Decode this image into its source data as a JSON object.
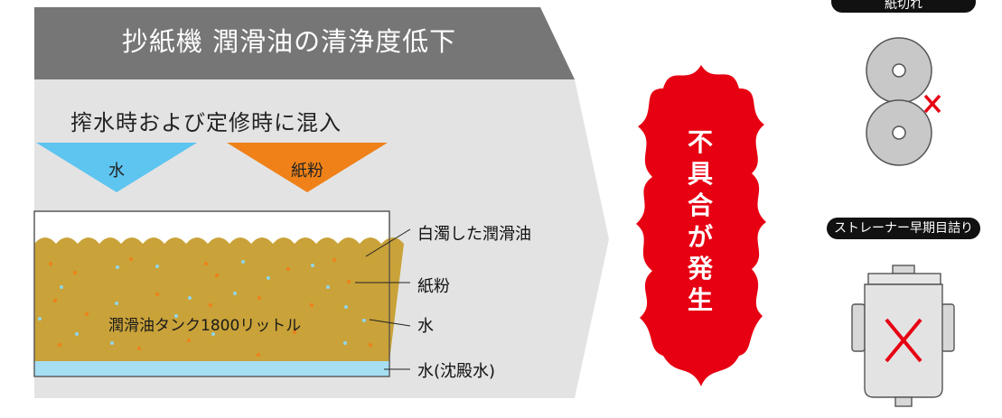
{
  "panel": {
    "title": "抄紙機 潤滑油の清浄度低下",
    "subtitle": "搾水時および定修時に混入",
    "inputs": [
      {
        "label": "水",
        "color": "#5ec4f0"
      },
      {
        "label": "紙粉",
        "color": "#ef8118"
      }
    ],
    "tank": {
      "label": "潤滑油タンク1800リットル",
      "callouts": [
        "白濁した潤滑油",
        "紙粉",
        "水",
        "水(沈殿水)"
      ]
    }
  },
  "result": {
    "label": "不具合が発生",
    "color": "#e60012"
  },
  "problems": [
    {
      "label": "紙切れ",
      "icon": "paper-roll-break-icon"
    },
    {
      "label": "ストレーナー早期目詰り",
      "icon": "clogged-strainer-icon"
    }
  ],
  "colors": {
    "header": "#767676",
    "panel": "#e3e3e3",
    "oil": "#c9a239",
    "water_layer": "#a6def2",
    "card": "#f6c7b2",
    "cross": "#e60012"
  }
}
